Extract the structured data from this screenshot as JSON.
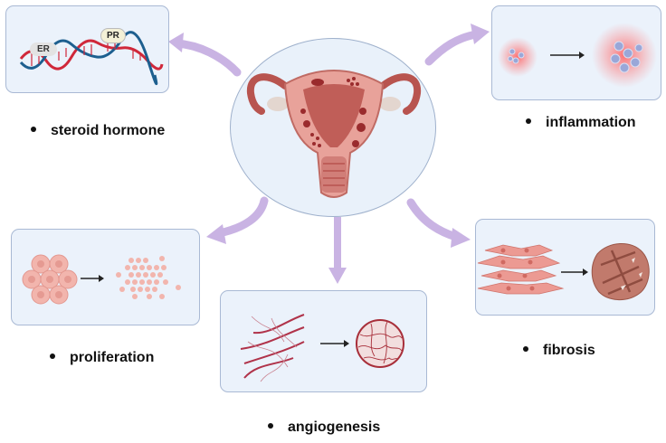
{
  "diagram": {
    "center": {
      "name": "uterus",
      "description": "Uterus with endometriotic lesions"
    },
    "nodes": [
      {
        "id": "steroid-hormone",
        "label": "steroid hormone",
        "panel_text": [
          "ER",
          "PR"
        ]
      },
      {
        "id": "inflammation",
        "label": "inflammation"
      },
      {
        "id": "proliferation",
        "label": "proliferation"
      },
      {
        "id": "angiogenesis",
        "label": "angiogenesis"
      },
      {
        "id": "fibrosis",
        "label": "fibrosis"
      }
    ],
    "colors": {
      "panel_bg": "#ebf2fb",
      "panel_border": "#a9b9d4",
      "arrow": "#c9b3e3",
      "dna_red": "#d0283a",
      "dna_blue": "#1d5f8f",
      "tissue": "#c96b66"
    }
  }
}
